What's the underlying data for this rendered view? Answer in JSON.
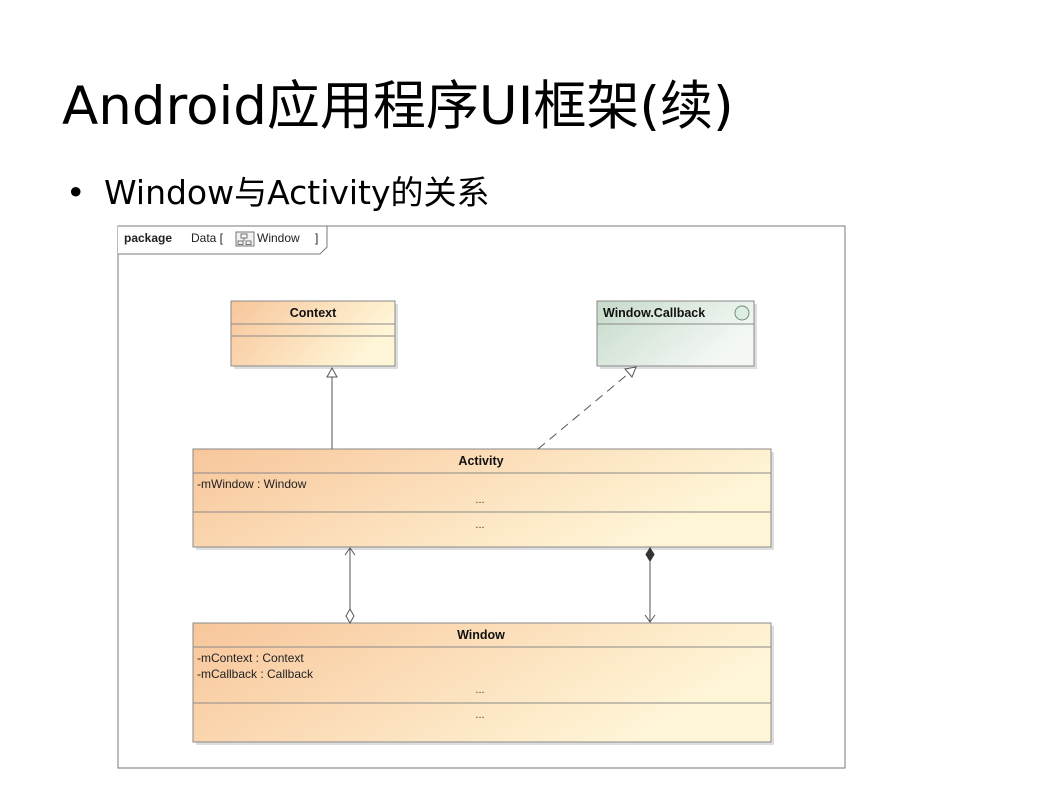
{
  "slide": {
    "title": "Android应用程序UI框架(续)",
    "bullet": "Window与Activity的关系"
  },
  "frame": {
    "keyword": "package",
    "label_prefix": "Data [",
    "label_name": "Window",
    "label_suffix": "]",
    "icon": "class-diagram-icon"
  },
  "classes": {
    "context": {
      "name": "Context",
      "attributes": [],
      "attr_ellipsis": "",
      "op_ellipsis": ""
    },
    "callback": {
      "name": "Window.Callback",
      "icon": "interface-circle-icon"
    },
    "activity": {
      "name": "Activity",
      "attributes": [
        "-mWindow : Window"
      ],
      "attr_ellipsis": "...",
      "op_ellipsis": "..."
    },
    "window": {
      "name": "Window",
      "attributes": [
        "-mContext : Context",
        "-mCallback : Callback"
      ],
      "attr_ellipsis": "...",
      "op_ellipsis": "..."
    }
  },
  "colors": {
    "class_fill_start": "#f8c69b",
    "class_fill_end": "#fff6d8",
    "interface_fill_start": "#c8dccd",
    "interface_fill_end": "#f4f8f4",
    "border": "#8a8a8a",
    "line": "#555555"
  },
  "relations": [
    {
      "from": "Activity",
      "to": "Context",
      "kind": "generalization"
    },
    {
      "from": "Activity",
      "to": "Window.Callback",
      "kind": "realization"
    },
    {
      "from": "Window",
      "to": "Activity",
      "kind": "aggregation"
    },
    {
      "from": "Activity",
      "to": "Window",
      "kind": "composition"
    }
  ]
}
